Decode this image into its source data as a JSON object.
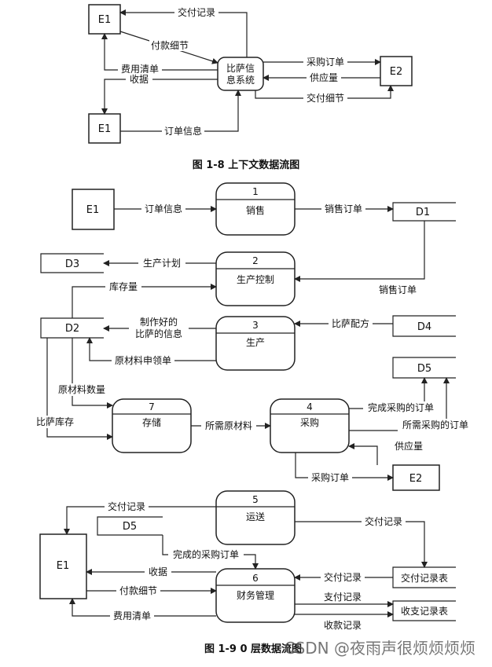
{
  "figure_1_8": {
    "caption": "图 1-8   上下文数据流图",
    "entity_e1_top": "E1",
    "entity_e1_bottom": "E1",
    "entity_e2": "E2",
    "system_line1": "比萨信",
    "system_line2": "息系统",
    "flows": {
      "delivery_record": "交付记录",
      "payment_detail": "付款细节",
      "expense_list": "费用清单",
      "receipt": "收据",
      "purchase_order": "采购订单",
      "supply": "供应量",
      "delivery_detail": "交付细节",
      "order_info": "订单信息"
    }
  },
  "figure_1_9": {
    "caption": "图 1-9   0 层数据流图",
    "watermark": "CSDN @夜雨声很烦烦烦烦",
    "entities": {
      "e1_a": "E1",
      "e2": "E2",
      "e1_b": "E1"
    },
    "stores": {
      "d1": "D1",
      "d2": "D2",
      "d3": "D3",
      "d4": "D4",
      "d5": "D5",
      "d5_b": "D5",
      "delivery_table": "交付记录表",
      "payment_table": "收支记录表"
    },
    "processes": {
      "p1_num": "1",
      "p1_name": "销售",
      "p2_num": "2",
      "p2_name": "生产控制",
      "p3_num": "3",
      "p3_name": "生产",
      "p4_num": "4",
      "p4_name": "采购",
      "p5_num": "5",
      "p5_name": "运送",
      "p6_num": "6",
      "p6_name": "财务管理",
      "p7_num": "7",
      "p7_name": "存储"
    },
    "flows": {
      "order_info": "订单信息",
      "sales_order_1": "销售订单",
      "sales_order_2": "销售订单",
      "production_plan": "生产计划",
      "inventory": "库存量",
      "made_info_1": "制作好的",
      "made_info_2": "比萨的信息",
      "pizza_recipe": "比萨配方",
      "material_request": "原材料申领单",
      "material_qty": "原材料数量",
      "pizza_stock": "比萨库存",
      "needed_material": "所需原材料",
      "completed_po": "完成采购的订单",
      "required_po": "所需采购的订单",
      "supply": "供应量",
      "purchase_order": "采购订单",
      "delivery_record_1": "交付记录",
      "delivery_record_2": "交付记录",
      "completed_po_2": "完成的采购订单",
      "receipt": "收据",
      "delivery_record_3": "交付记录",
      "payment_detail": "付款细节",
      "pay_record": "支付记录",
      "expense_list": "费用清单",
      "income_record": "收款记录"
    }
  }
}
